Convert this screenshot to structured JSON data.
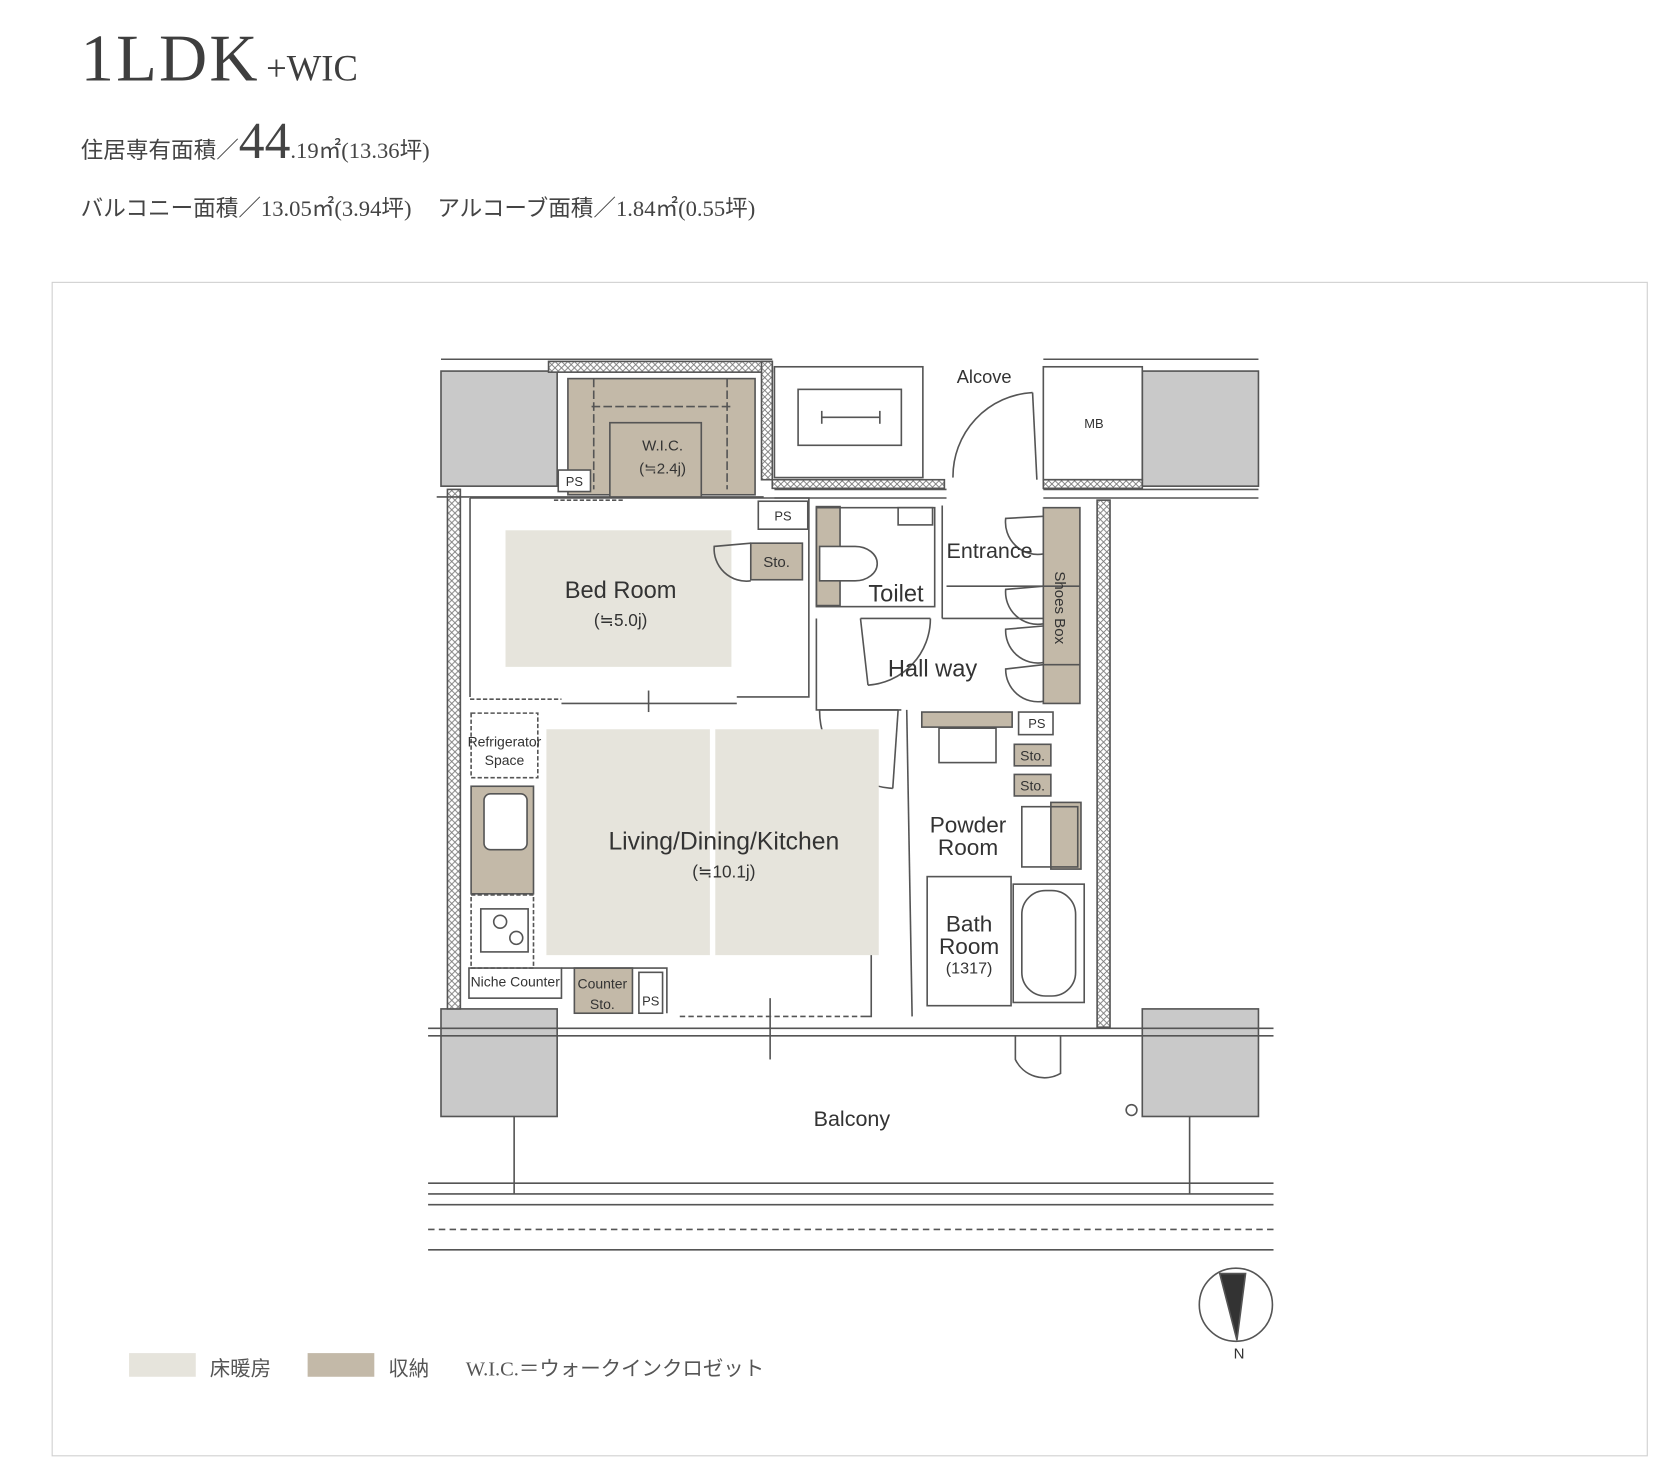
{
  "header": {
    "plan_type": "1LDK",
    "plan_suffix": "+WIC",
    "area_label": "住居専有面積／",
    "area_integer": "44",
    "area_rest": ".19㎡(13.36坪)",
    "balcony_area": "バルコニー面積／13.05㎡(3.94坪)",
    "alcove_area": "アルコーブ面積／1.84㎡(0.55坪)"
  },
  "plan": {
    "rooms": {
      "wic": "W.I.C.",
      "wic_size": "(≒2.4j)",
      "bedroom": "Bed Room",
      "bedroom_size": "(≒5.0j)",
      "ldk": "Living/Dining/Kitchen",
      "ldk_size": "(≒10.1j)",
      "toilet": "Toilet",
      "entrance": "Entrance",
      "shoes_box": "Shoes Box",
      "hallway": "Hall way",
      "alcove": "Alcove",
      "mb": "MB",
      "refrigerator": "Refrigerator",
      "refrigerator2": "Space",
      "powder": "Powder",
      "powder2": "Room",
      "bath": "Bath",
      "bath2": "Room",
      "bath_size": "(1317)",
      "niche_counter": "Niche Counter",
      "counter": "Counter",
      "counter2": "Sto.",
      "balcony": "Balcony",
      "ps": "PS",
      "sto": "Sto."
    },
    "compass": "N"
  },
  "legend": {
    "floor_heating": "床暖房",
    "storage": "収納",
    "wic_note": "W.I.C.＝ウォークインクロゼット"
  },
  "colors": {
    "floor_heating": "#e6e4dc",
    "storage": "#c3b9a8",
    "pillar": "#c9c9c9"
  }
}
